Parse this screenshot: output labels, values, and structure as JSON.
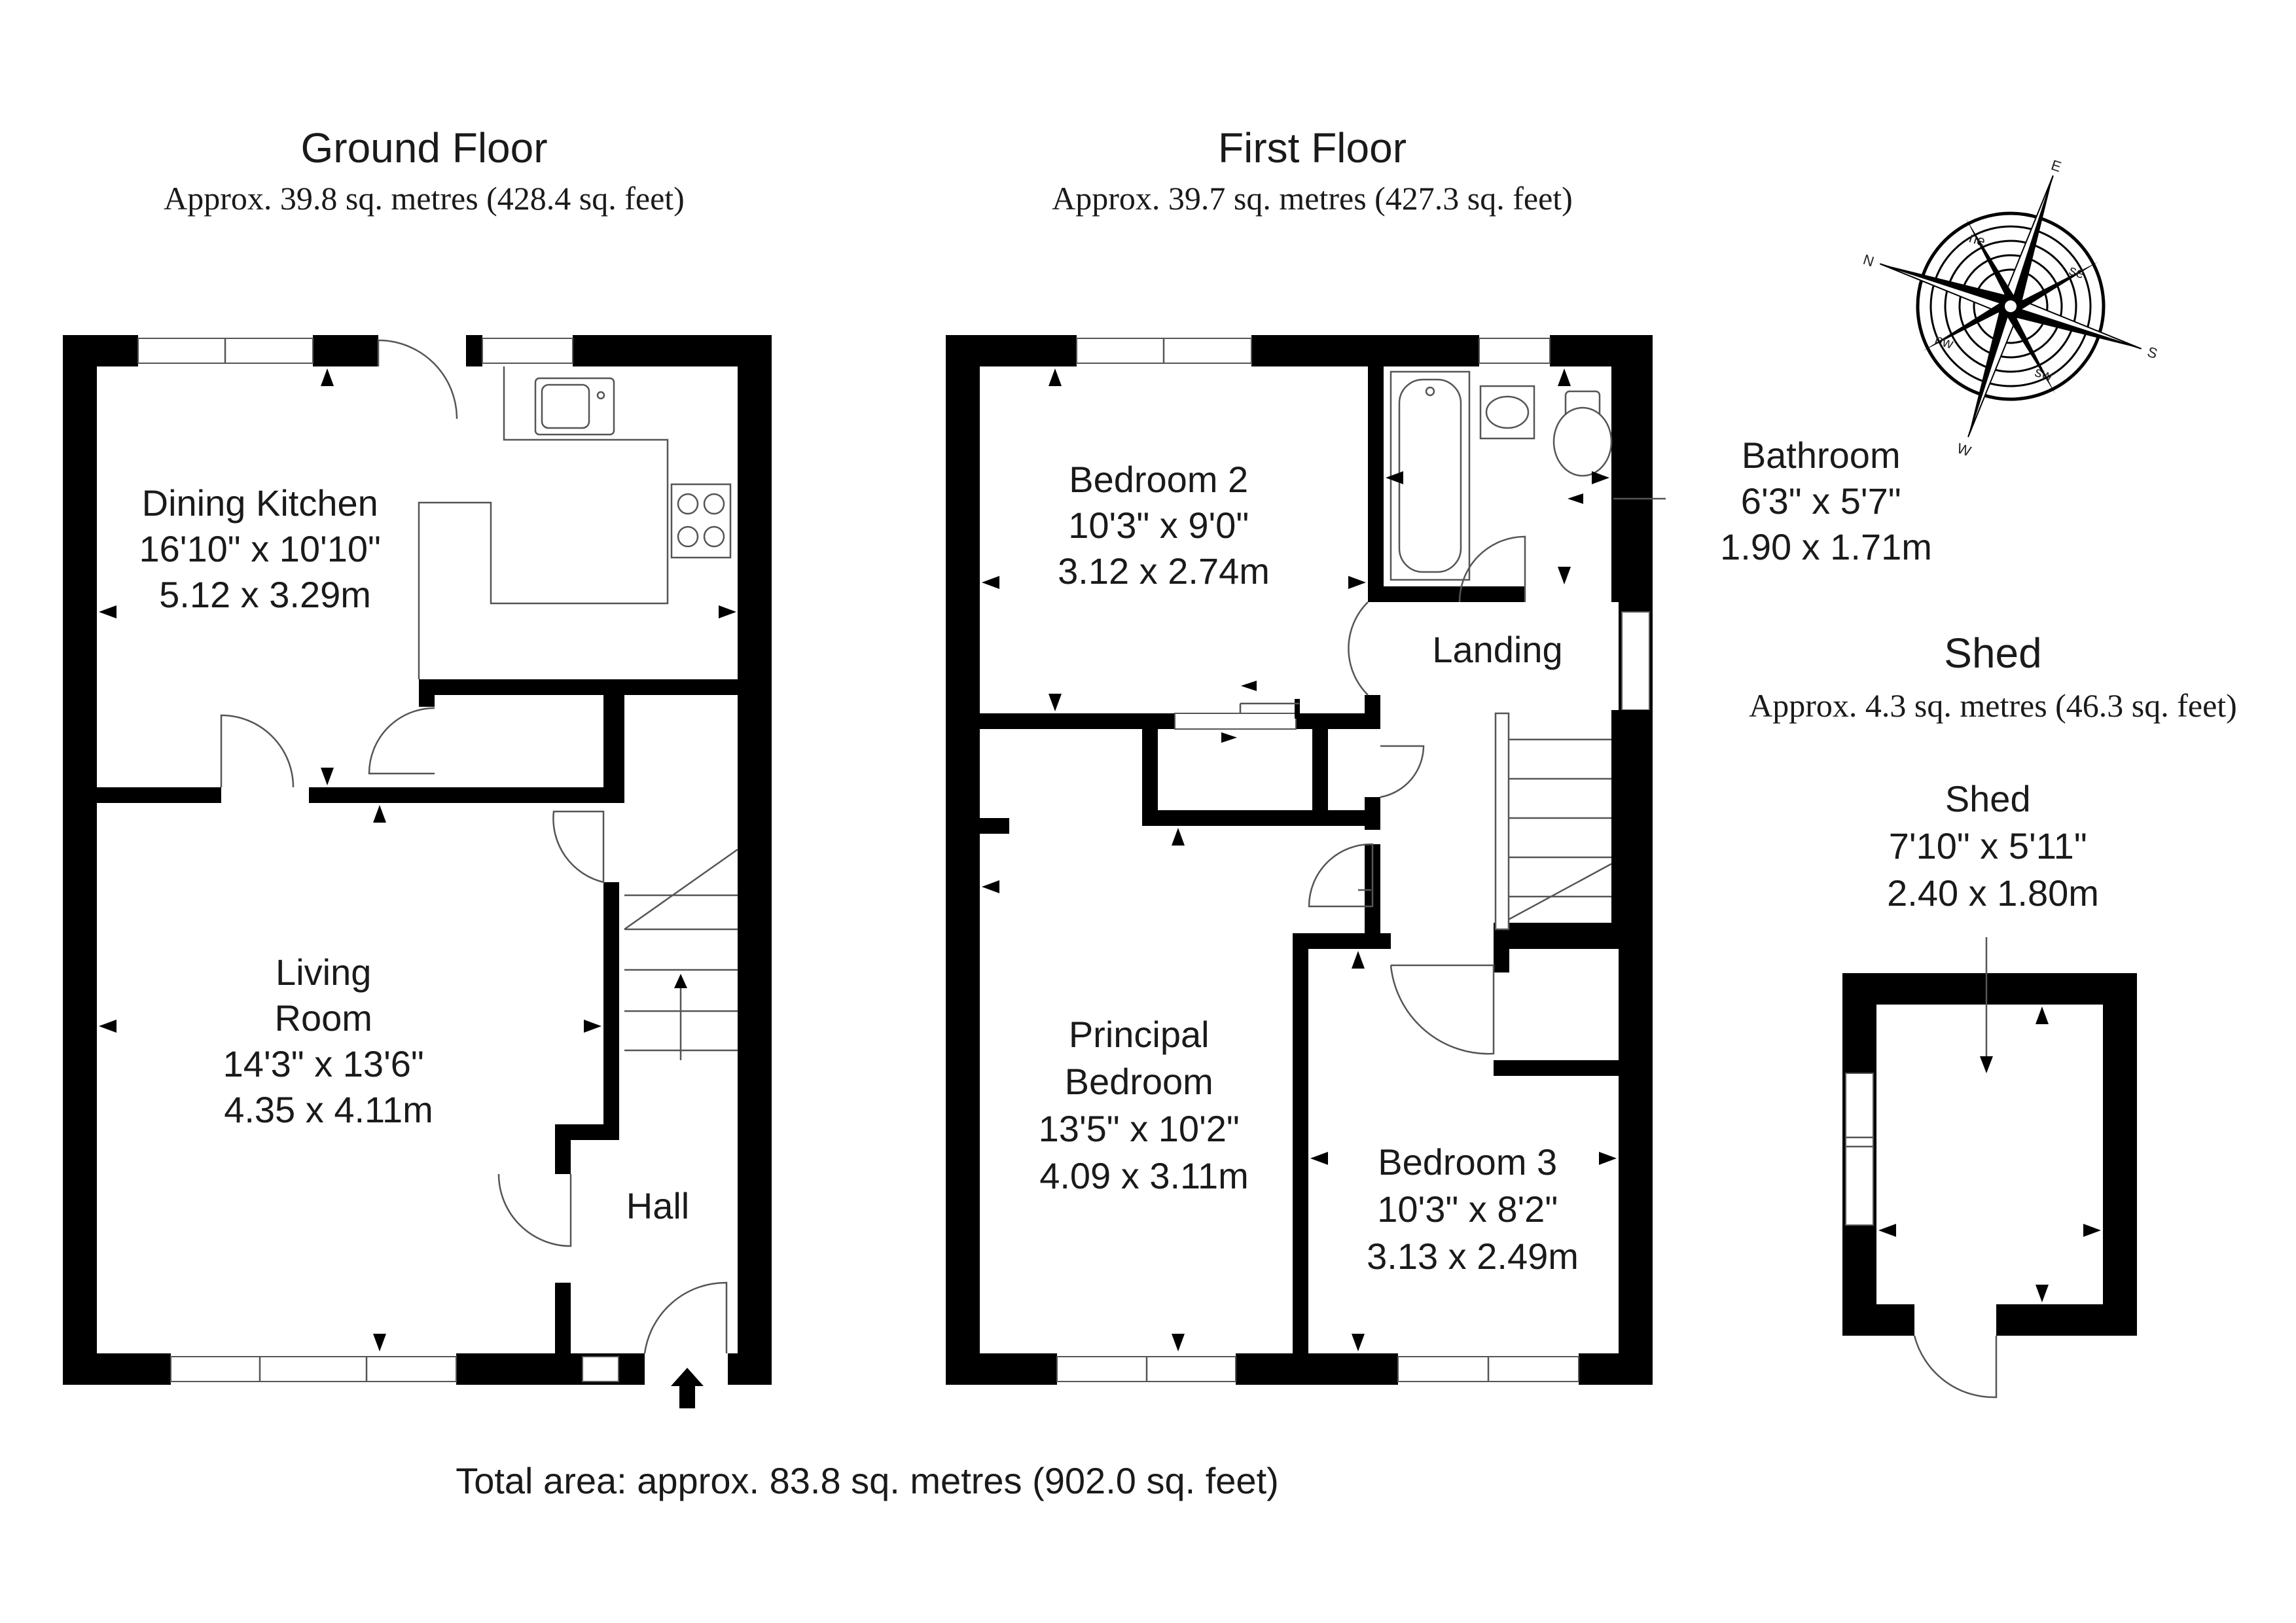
{
  "ground_floor": {
    "title": "Ground Floor",
    "area": "Approx. 39.8 sq. metres (428.4 sq. feet)",
    "rooms": [
      {
        "name": "dining-kitchen",
        "lines": [
          "Dining Kitchen",
          "16'10\" x 10'10\"",
          "5.12 x 3.29m"
        ]
      },
      {
        "name": "living-room",
        "lines": [
          "Living",
          "Room",
          "14'3\" x 13'6\"",
          "4.35 x 4.11m"
        ]
      },
      {
        "name": "hall",
        "lines": [
          "Hall"
        ]
      }
    ]
  },
  "first_floor": {
    "title": "First Floor",
    "area": "Approx. 39.7 sq. metres (427.3 sq. feet)",
    "rooms": [
      {
        "name": "bedroom-2",
        "lines": [
          "Bedroom 2",
          "10'3\" x 9'0\"",
          "3.12 x 2.74m"
        ]
      },
      {
        "name": "bathroom",
        "lines": [
          "Bathroom",
          "6'3\" x 5'7\"",
          "1.90 x 1.71m"
        ]
      },
      {
        "name": "landing",
        "lines": [
          "Landing"
        ]
      },
      {
        "name": "principal-bedroom",
        "lines": [
          "Principal",
          "Bedroom",
          "13'5\" x 10'2\"",
          "4.09 x 3.11m"
        ]
      },
      {
        "name": "bedroom-3",
        "lines": [
          "Bedroom 3",
          "10'3\" x 8'2\"",
          "3.13 x 2.49m"
        ]
      }
    ]
  },
  "shed": {
    "title": "Shed",
    "area": "Approx. 4.3 sq. metres (46.3 sq. feet)",
    "rooms": [
      {
        "name": "shed",
        "lines": [
          "Shed",
          "7'10\" x 5'11\"",
          "2.40 x 1.80m"
        ]
      }
    ]
  },
  "compass": {
    "letters": [
      "E",
      "S",
      "W",
      "N"
    ],
    "small": [
      "se",
      "sw",
      "nw",
      "ne"
    ]
  },
  "total_area": "Total area: approx. 83.8 sq. metres (902.0 sq. feet)",
  "colors": {
    "wall": "#000000",
    "line": "#555555",
    "background": "#ffffff"
  }
}
